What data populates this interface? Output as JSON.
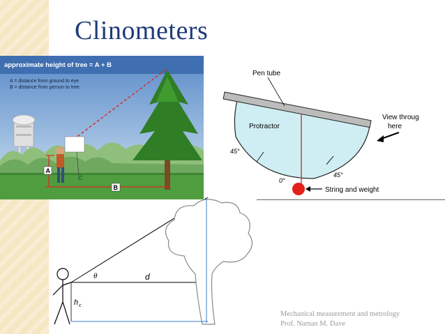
{
  "slide": {
    "title": "Clinometers",
    "footer_line1": "Mechanical measurement and metrology",
    "footer_line2": "Prof. Naman M. Dave"
  },
  "tree_illustration": {
    "headline": "approximate height of tree = A + B",
    "note_a": "A = distance from ground to eye",
    "note_b": "B = distance from person to tree",
    "label_a": "A",
    "label_b": "B",
    "label_c": "C"
  },
  "clinometer_diagram": {
    "pen_tube": "Pen tube",
    "protractor": "Protractor",
    "view_through_1": "View through",
    "view_through_2": "here",
    "angle_left": "45°",
    "angle_right": "45°",
    "angle_zero": "0°",
    "string_and_weight": "String and weight"
  },
  "sketch": {
    "theta": "θ",
    "d": "d",
    "h": "h",
    "h_sub": "c"
  }
}
